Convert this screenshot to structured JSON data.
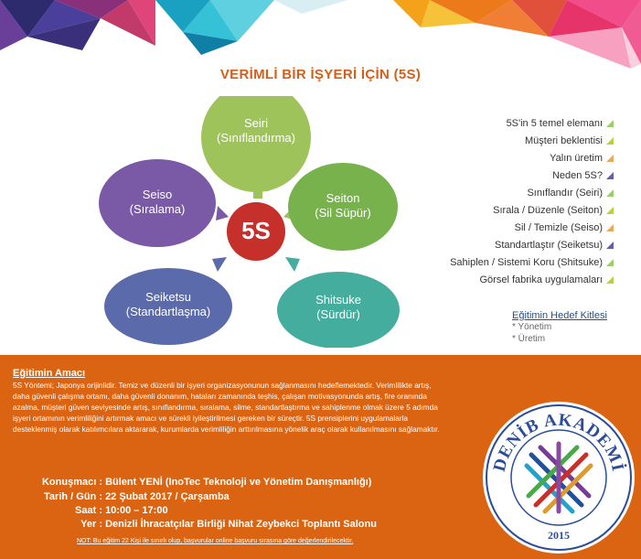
{
  "title": "VERİMLİ BİR İŞYERİ İÇİN (5S)",
  "diagram": {
    "center": "5S",
    "items": [
      {
        "line1": "Seiri",
        "line2": "(Sınıflandırma)"
      },
      {
        "line1": "Seiton",
        "line2": "(Sil Süpür)"
      },
      {
        "line1": "Shitsuke",
        "line2": "(Sürdür)"
      },
      {
        "line1": "Seiketsu",
        "line2": "(Standartlaşma)"
      },
      {
        "line1": "Seiso",
        "line2": "(Sıralama)"
      }
    ],
    "colors": {
      "center": "#c6302a",
      "green": "#9dc35a",
      "teal": "#45ad9e",
      "indigo": "#5a6aaa",
      "purple": "#7a5aa6"
    }
  },
  "topics": [
    {
      "label": "5S'in 5 temel elemanı",
      "color": "#9ccf6c"
    },
    {
      "label": "Müşteri beklentisi",
      "color": "#b7d23a"
    },
    {
      "label": "Yalın üretim",
      "color": "#e9a85c"
    },
    {
      "label": "Neden 5S?",
      "color": "#6b5aa6"
    },
    {
      "label": "Sınıflandır (Seiri)",
      "color": "#9ccf6c"
    },
    {
      "label": "Sırala / Düzenle (Seiton)",
      "color": "#b7d23a"
    },
    {
      "label": "Sil / Temizle (Seiso)",
      "color": "#e9a85c"
    },
    {
      "label": "Standartlaştır (Seiketsu)",
      "color": "#6b5aa6"
    },
    {
      "label": "Sahiplen / Sistemi Koru (Shitsuke)",
      "color": "#9ccf6c"
    },
    {
      "label": "Görsel fabrika uygulamaları",
      "color": "#b7d23a"
    }
  ],
  "audience": {
    "title": "Eğitimin Hedef Kitlesi",
    "items": [
      "* Yönetim",
      "* Üretim"
    ]
  },
  "purpose": {
    "title": "Eğitimin Amacı",
    "text": "5S Yöntemi; Japonya orijinlidir. Temiz ve düzenli bir işyeri organizasyonunun sağlanmasını hedeflemektedir. Verimlilikte artış, daha güvenli çalışma ortamı, daha güvenli donanım, hataları zamanında teşhis, çalışan motivasyonunda artış, fire oranında azalma, müşteri güven seviyesinde artış, sınıflandırma, sıralama, silme, standartlaştırma ve sahiplenme olmak üzere 5 adımda işyeri ortamının verimliliğini artırmak amacı ve sürekli iyileştirilmesi gereken bir süreçtir. 5S prensiplerini uygulamalarla desteklenmiş olarak katılımcılara aktararak, kurumlarda verimliliğin arttırılmasına yönelik araç olarak kullanılmasını sağlamaktır."
  },
  "info": {
    "speaker_label": "Konuşmacı :",
    "speaker": "Bülent YENİ (InoTec Teknoloji ve Yönetim Danışmanlığı)",
    "date_label": "Tarih / Gün :",
    "date": "22 Şubat 2017 / Çarşamba",
    "time_label": "Saat :",
    "time": "10:00 – 17:00",
    "place_label": "Yer :",
    "place": "Denizli İhracatçılar Birliği Nihat Zeybekci Toplantı Salonu"
  },
  "note": "NOT: Bu eğitim 22 Kişi ile sınırlı olup, başvurular online başvuru sırasına göre değerlendirilecektir.",
  "logo": {
    "text": "DENİB AKADEMİ",
    "year": "2015"
  }
}
